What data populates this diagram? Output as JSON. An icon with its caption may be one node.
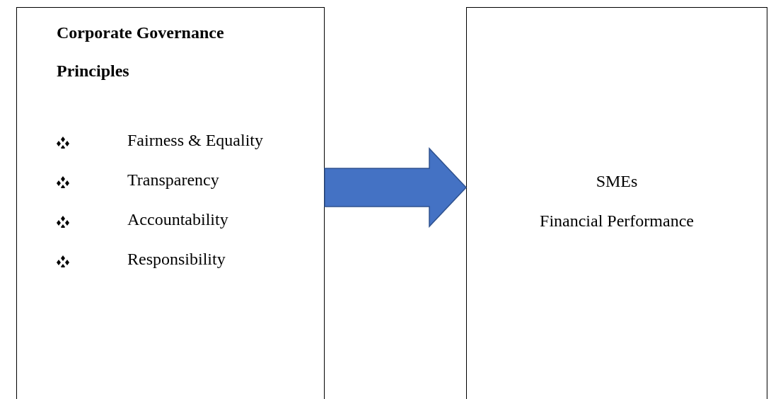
{
  "diagram": {
    "nodes": [
      {
        "text": [
          "Corporate Governance Principles",
          "Fairness & Equality",
          "Transparency",
          "Accountability",
          "Responsibility"
        ]
      },
      {
        "text": [
          "SMEs",
          "Financial Performance"
        ]
      }
    ],
    "edges": [
      {
        "from": 0,
        "to": 1,
        "arrow": "to"
      }
    ]
  }
}
